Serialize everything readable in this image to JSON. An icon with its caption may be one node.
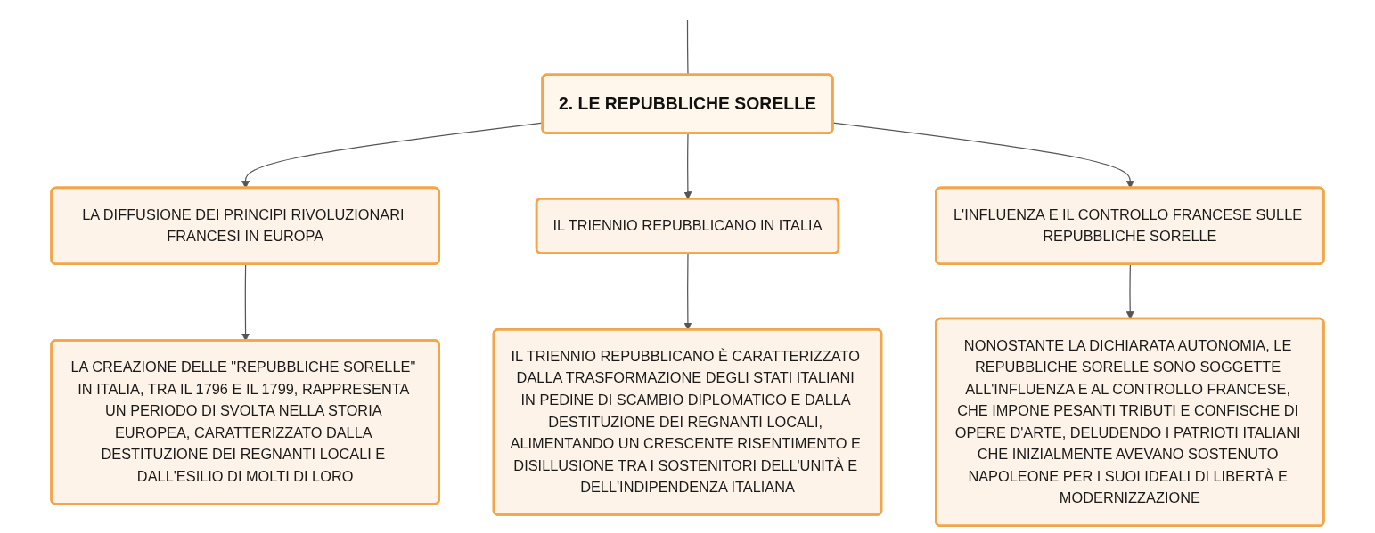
{
  "diagram": {
    "nodes": [
      {
        "text": [
          "2. LE REPUBBLICHE SORELLE"
        ]
      },
      {
        "text": [
          "LA DIFFUSIONE DEI PRINCIPI RIVOLUZIONARI FRANCESI IN EUROPA"
        ]
      },
      {
        "text": [
          "IL TRIENNIO REPUBBLICANO IN ITALIA"
        ]
      },
      {
        "text": [
          "L'INFLUENZA E IL CONTROLLO FRANCESE SULLE REPUBBLICHE SORELLE"
        ]
      },
      {
        "text": [
          "LA CREAZIONE DELLE \"REPUBBLICHE SORELLE\" IN ITALIA, TRA IL 1796 E IL 1799, RAPPRESENTA UN PERIODO DI SVOLTA NELLA STORIA EUROPEA, CARATTERIZZATO DALLA DESTITUZIONE DEI REGNANTI LOCALI E DALL'ESILIO DI MOLTI DI LORO"
        ]
      },
      {
        "text": [
          "IL TRIENNIO REPUBBLICANO È CARATTERIZZATO DALLA TRASFORMAZIONE DEGLI STATI ITALIANI IN PEDINE DI SCAMBIO DIPLOMATICO E DALLA DESTITUZIONE DEI REGNANTI LOCALI, ALIMENTANDO UN CRESCENTE RISENTIMENTO E DISILLUSIONE TRA I SOSTENITORI DELL'UNITÀ E DELL'INDIPENDENZA ITALIANA"
        ]
      },
      {
        "text": [
          "NONOSTANTE LA DICHIARATA AUTONOMIA, LE REPUBBLICHE SORELLE SONO SOGGETTE ALL'INFLUENZA E AL CONTROLLO FRANCESE, CHE IMPONE PESANTI TRIBUTI E CONFISCHE DI OPERE D'ARTE, DELUDENDO I PATRIOTI ITALIANI CHE INIZIALMENTE AVEVANO SOSTENUTO NAPOLEONE PER I SUOI IDEALI DI LIBERTÀ E MODERNIZZAZIONE"
        ]
      }
    ],
    "edges": [
      {
        "from": null,
        "to": 0,
        "arrow": "none"
      },
      {
        "from": 0,
        "to": 1,
        "arrow": "to"
      },
      {
        "from": 0,
        "to": 2,
        "arrow": "to"
      },
      {
        "from": 0,
        "to": 3,
        "arrow": "to"
      },
      {
        "from": 1,
        "to": 4,
        "arrow": "to"
      },
      {
        "from": 2,
        "to": 5,
        "arrow": "to"
      },
      {
        "from": 3,
        "to": 6,
        "arrow": "to"
      }
    ]
  }
}
